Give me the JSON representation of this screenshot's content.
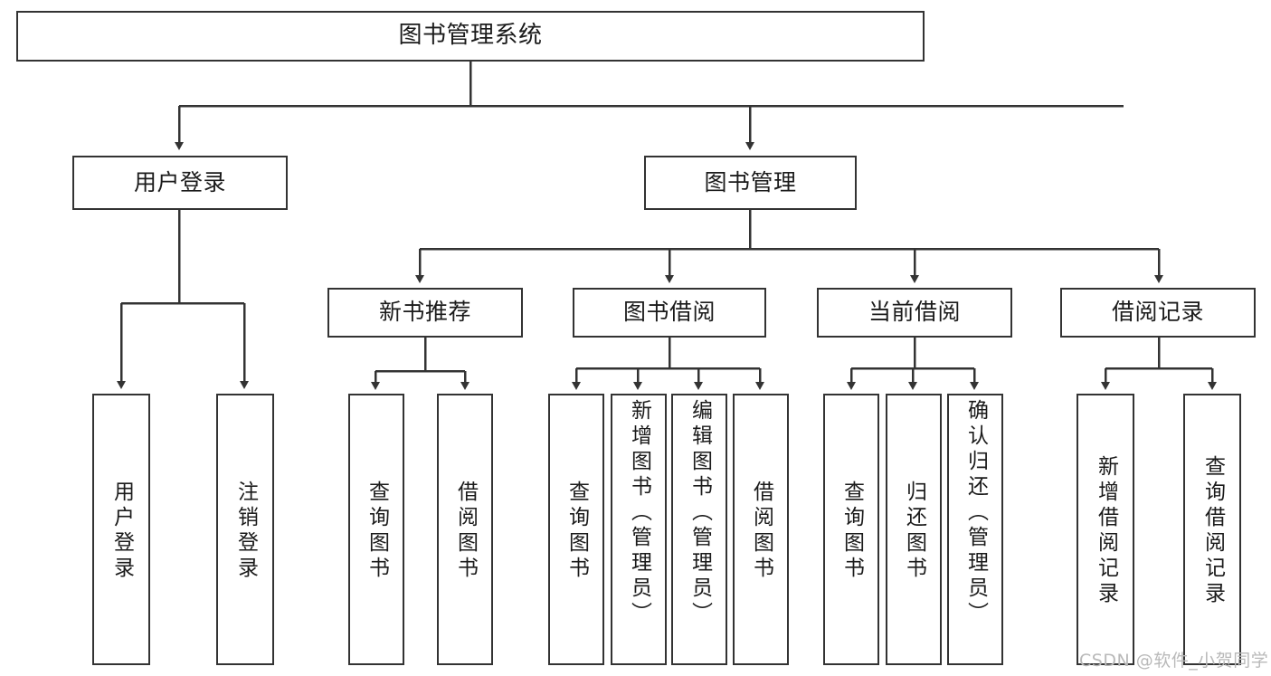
{
  "diagram": {
    "title": "图书管理系统",
    "type": "tree-hierarchy-chart",
    "root": {
      "label": "图书管理系统"
    },
    "level2": [
      {
        "label": "用户登录"
      },
      {
        "label": "图书管理"
      }
    ],
    "level3": [
      {
        "label": "新书推荐"
      },
      {
        "label": "图书借阅"
      },
      {
        "label": "当前借阅"
      },
      {
        "label": "借阅记录"
      }
    ],
    "leaves": {
      "user_login": [
        {
          "label": "用户登录"
        },
        {
          "label": "注销登录"
        }
      ],
      "new_book_recommend": [
        {
          "label": "查询图书"
        },
        {
          "label": "借阅图书"
        }
      ],
      "book_borrow": [
        {
          "label": "查询图书"
        },
        {
          "label": "新增图书（管理员）"
        },
        {
          "label": "编辑图书（管理员）"
        },
        {
          "label": "借阅图书"
        }
      ],
      "current_borrow": [
        {
          "label": "查询图书"
        },
        {
          "label": "归还图书"
        },
        {
          "label": "确认归还（管理员）"
        }
      ],
      "borrow_record": [
        {
          "label": "新增借阅记录"
        },
        {
          "label": "查询借阅记录"
        }
      ]
    }
  },
  "watermark": {
    "text": "CSDN @软件_小贺同学"
  },
  "colors": {
    "stroke": "#333333",
    "text": "#1b1b1b",
    "background": "#ffffff",
    "watermark": "#b9b9b9"
  }
}
